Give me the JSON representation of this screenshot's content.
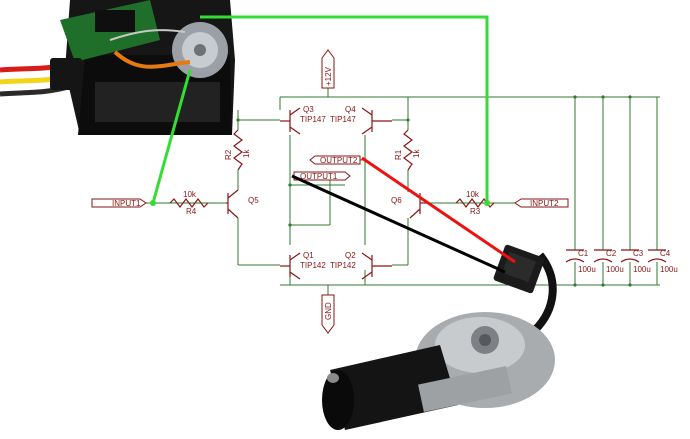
{
  "labels": {
    "vplus": "+12V",
    "gnd": "GND",
    "input1": "INPUT1",
    "input2": "INPUT2",
    "output1": "OUTPUT1",
    "output2": "OUTPUT2"
  },
  "components": {
    "q3": {
      "ref": "Q3",
      "part": "TIP147"
    },
    "q4": {
      "ref": "Q4",
      "part": "TIP147"
    },
    "q1": {
      "ref": "Q1",
      "part": "TIP142"
    },
    "q2": {
      "ref": "Q2",
      "part": "TIP142"
    },
    "q5": {
      "ref": "Q5"
    },
    "q6": {
      "ref": "Q6"
    },
    "r1": {
      "ref": "R1",
      "value": "1k"
    },
    "r2": {
      "ref": "R2",
      "value": "1k"
    },
    "r3": {
      "ref": "R3",
      "value": "10k"
    },
    "r4": {
      "ref": "R4",
      "value": "10k"
    },
    "c1": {
      "ref": "C1",
      "value": "100u"
    },
    "c2": {
      "ref": "C2",
      "value": "100u"
    },
    "c3": {
      "ref": "C3",
      "value": "100u"
    },
    "c4": {
      "ref": "C4",
      "value": "100u"
    }
  },
  "overlay_colors": {
    "green_link": "#33dd33",
    "red_lead": "#ee1111",
    "black_lead": "#000000",
    "schematic_line": "#2f7a2f",
    "schematic_symbol": "#8a1515"
  }
}
